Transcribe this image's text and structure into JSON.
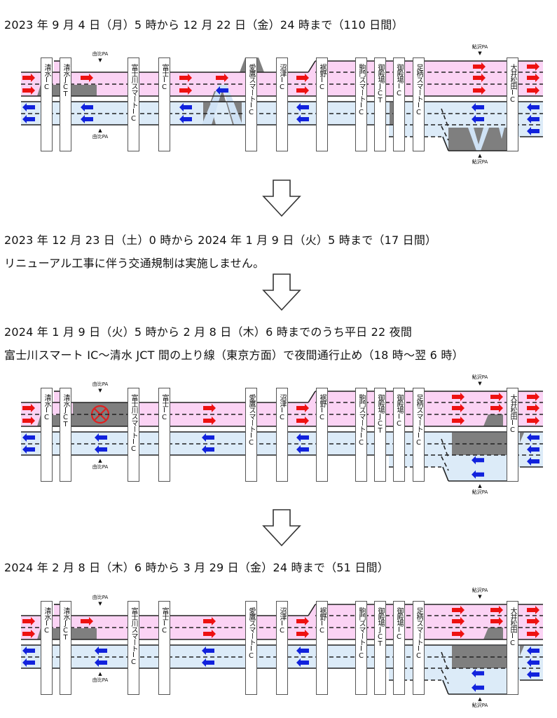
{
  "periods": [
    {
      "heading": "2023 年 9 月 4 日（月）5 時から 12 月 22 日（金）24 時まで（110 日間）"
    },
    {
      "heading": "2023 年 12 月 23 日（土）0 時から 2024 年 1 月 9 日（火）5 時まで（17 日間）",
      "note": "リニューアル工事に伴う交通規制は実施しません。"
    },
    {
      "heading": "2024 年 1 月 9 日（火）5 時から 2 月 8 日（木）6 時までのうち平日 22 夜間",
      "note": "富士川スマート IC～清水 JCT 間の上り線（東京方面）で夜間通行止め（18 時～翌 6 時）"
    },
    {
      "heading": "2024 年 2 月 8 日（木）6 時から 3 月 29 日（金）24 時まで（51 日間）"
    }
  ],
  "interchanges": [
    "清水IC",
    "清水JCT",
    "富士川スマートIC",
    "富士IC",
    "愛鷹スマートIC",
    "沼津IC",
    "裾野IC",
    "駒門スマートIC",
    "御殿場JCT",
    "御殿場IC",
    "足柄スマートIC",
    "大井松田IC"
  ],
  "parking_areas": {
    "yui": "由比PA",
    "ayuzawa": "鮎沢PA"
  },
  "diagrams": [
    {
      "id": "d1",
      "closure": false
    },
    {
      "id": "d2",
      "closure": true,
      "closure_icon": "no-entry-icon"
    },
    {
      "id": "d3",
      "closure": false
    }
  ],
  "colors": {
    "outbound_lane": "#fbd3f4",
    "inbound_lane": "#dcebf8",
    "work_zone": "#7f7f7f",
    "outbound_arrow": "#ee1111",
    "inbound_arrow": "#1122dd",
    "closure_mark": "#e02020"
  }
}
